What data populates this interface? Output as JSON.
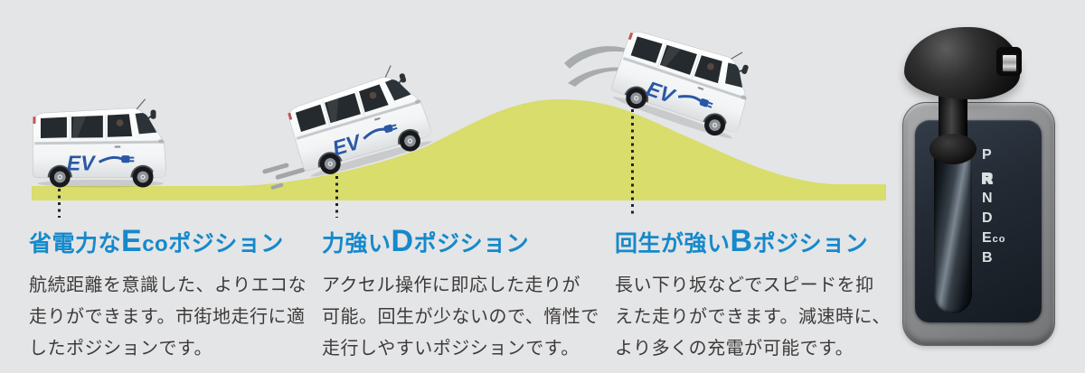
{
  "colors": {
    "background": "#e4e5e7",
    "hill_green": "#d8dd6b",
    "heading_accent": "#1689cb",
    "body_text": "#3e3a39",
    "decal_blue": "#2a57a5"
  },
  "van": {
    "decal_text": "EV"
  },
  "features": [
    {
      "heading": {
        "prefix": "省電力な",
        "em": "E",
        "em_small": "co",
        "suffix": "ポジション"
      },
      "body_lines": [
        "航続距離を意識した、よりエコな",
        "走りができます。市街地走行に適",
        "したポジションです。"
      ]
    },
    {
      "heading": {
        "prefix": "力強い",
        "em": "D",
        "em_small": "",
        "suffix": "ポジション"
      },
      "body_lines": [
        "アクセル操作に即応した走りが",
        "可能。回生が少ないので、惰性で",
        "走行しやすいポジションです。"
      ]
    },
    {
      "heading": {
        "prefix": "回生が強い",
        "em": "B",
        "em_small": "",
        "suffix": "ポジション"
      },
      "body_lines": [
        "長い下り坂などでスピードを抑",
        "えた走りができます。減速時に、",
        "より多くの充電が可能です。"
      ]
    }
  ],
  "shifter": {
    "p": "P",
    "r": "R",
    "n": "N",
    "d": "D",
    "eco_main": "E",
    "eco_small": "co",
    "b": "B"
  }
}
